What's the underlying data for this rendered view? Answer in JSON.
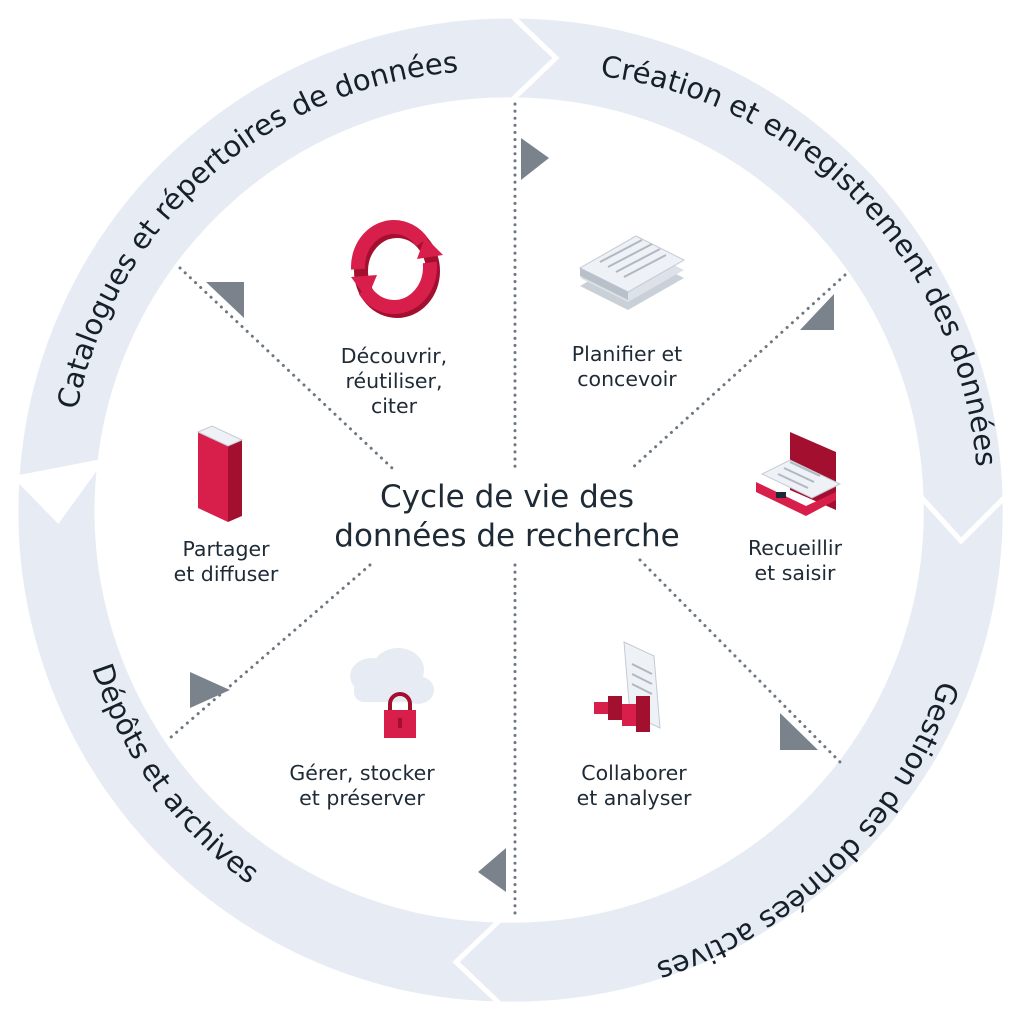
{
  "center": {
    "line1": "Cycle de vie des",
    "line2": "données de recherche"
  },
  "stages": [
    {
      "id": "discover",
      "lines": [
        "Découvrir,",
        "réutiliser,",
        "citer"
      ],
      "icon": "recycle-arrows-icon"
    },
    {
      "id": "plan",
      "lines": [
        "Planifier et",
        "concevoir"
      ],
      "icon": "document-stack-icon"
    },
    {
      "id": "collect",
      "lines": [
        "Recueillir",
        "et saisir"
      ],
      "icon": "briefcase-documents-icon"
    },
    {
      "id": "analyse",
      "lines": [
        "Collaborer",
        "et analyser"
      ],
      "icon": "bar-chart-document-icon"
    },
    {
      "id": "store",
      "lines": [
        "Gérer, stocker",
        "et préserver"
      ],
      "icon": "cloud-lock-icon"
    },
    {
      "id": "share",
      "lines": [
        "Partager",
        "et diffuser"
      ],
      "icon": "book-icon"
    }
  ],
  "ring": {
    "catalogues": "Catalogues et répertoires de données",
    "creation": "Création et enregistrement des données",
    "gestion": "Gestion des données actives",
    "depots": "Dépôts et archives"
  },
  "colors": {
    "ring": "#e7ecf4",
    "accent": "#d81e4a",
    "accent_dark": "#a3102f",
    "pointer": "#7a838c",
    "text": "#1e2a35"
  }
}
